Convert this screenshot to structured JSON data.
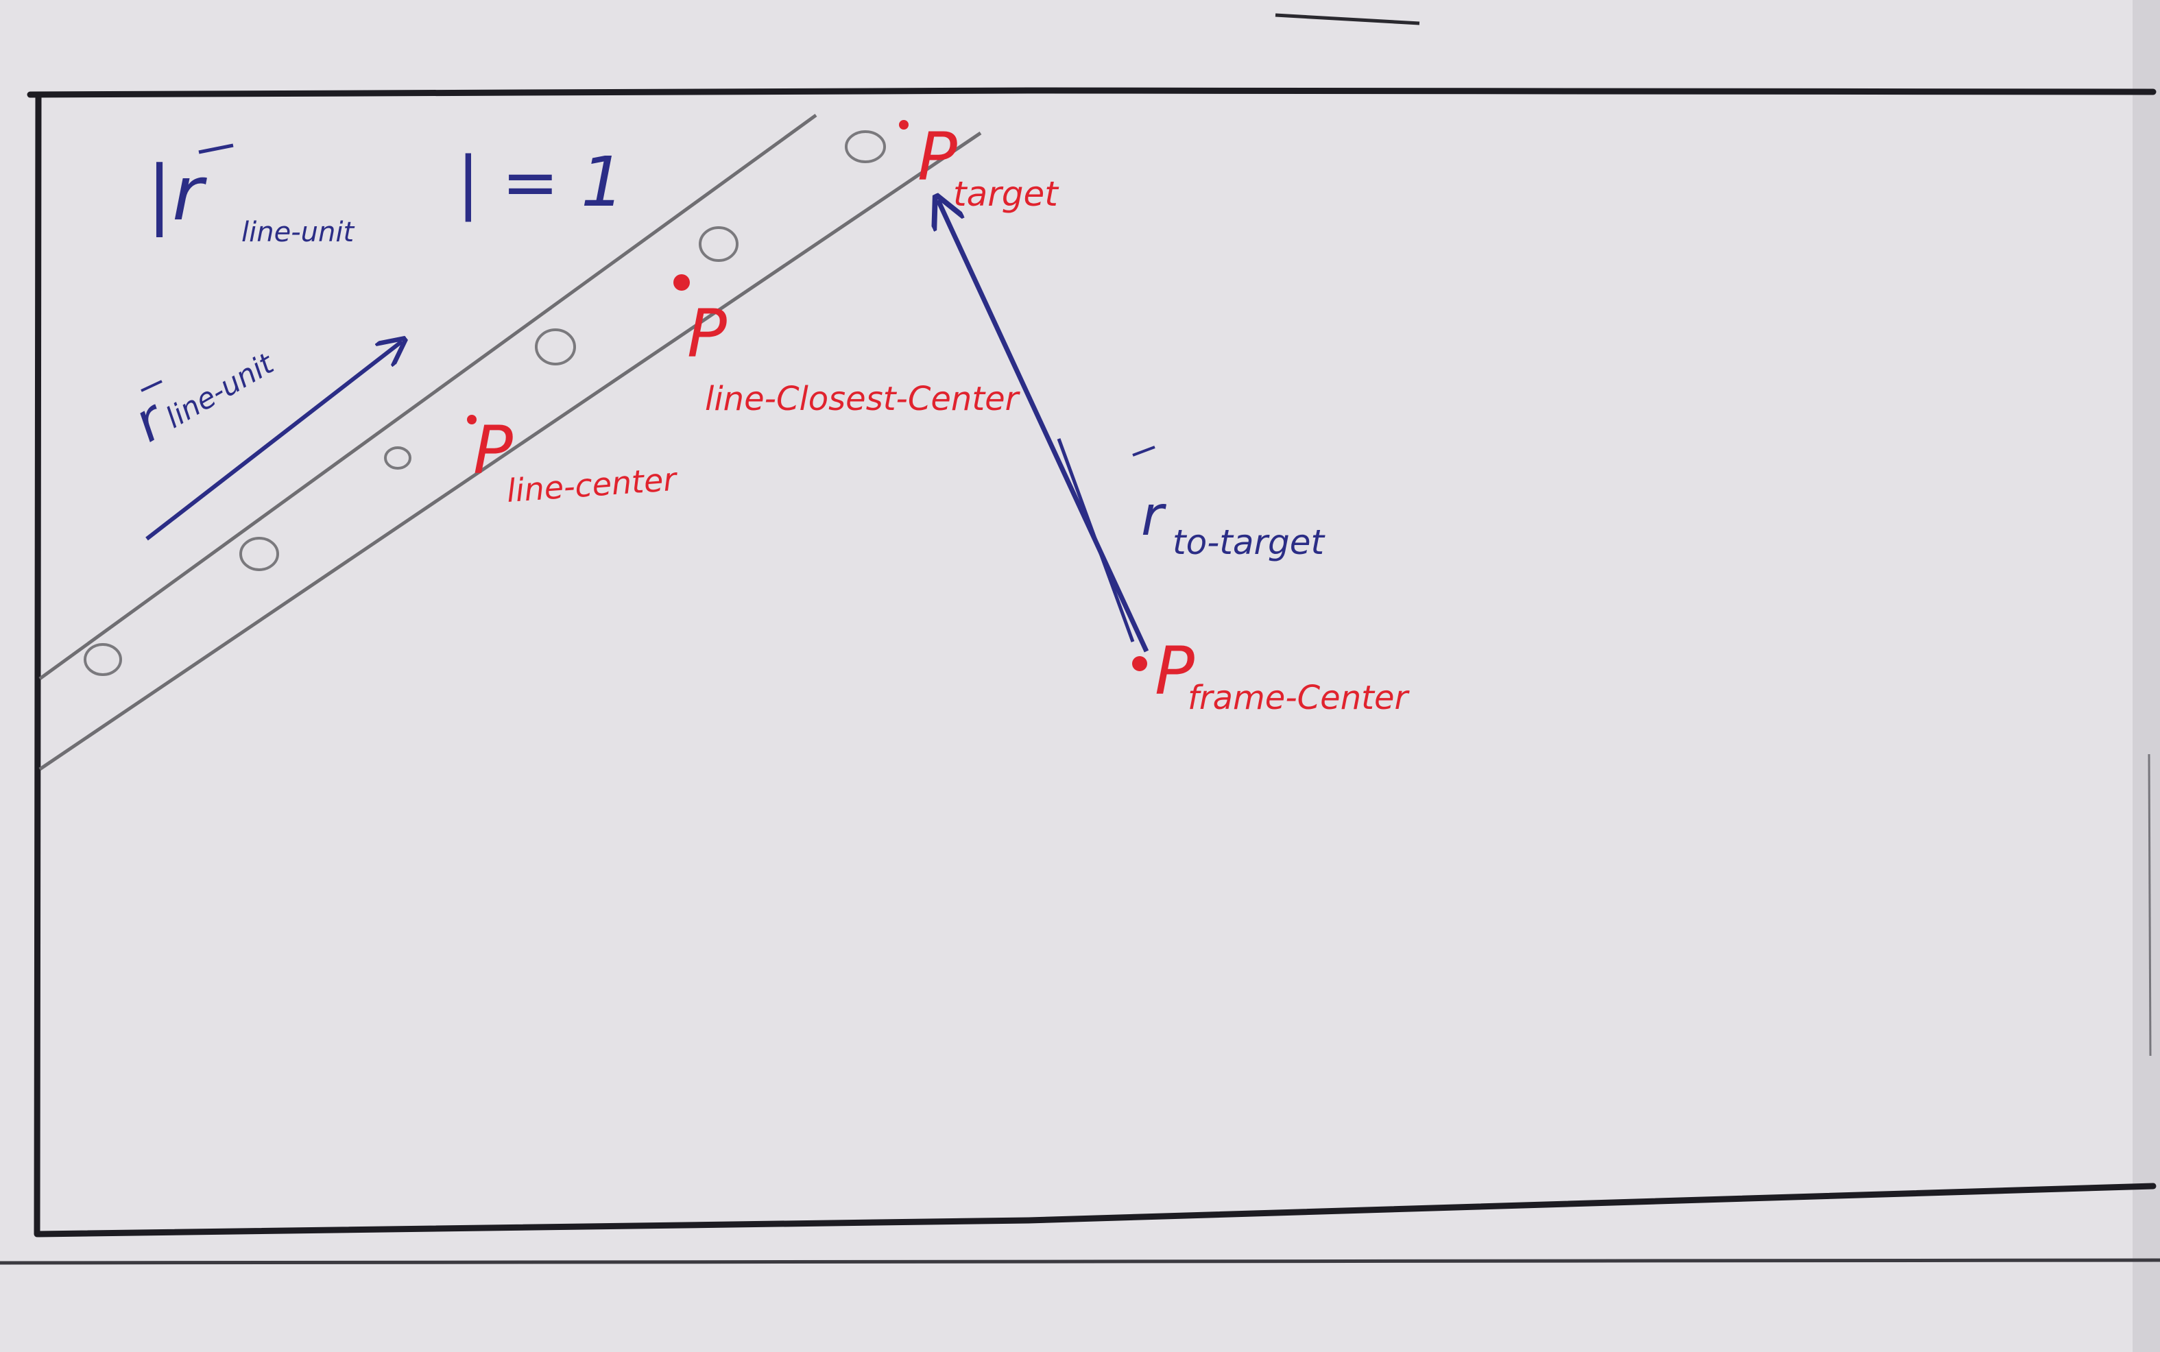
{
  "colors": {
    "paper": "#e4e2e6",
    "paper_shadow": "#d3d1d6",
    "frame_ink": "#1d1c22",
    "line_pencil": "#6f6e72",
    "blue_ink": "#2b2d86",
    "red_ink": "#e0232e"
  },
  "equation": {
    "main": "|r",
    "sub": "line-unit",
    "tail": "| = 1"
  },
  "vectors": {
    "line_unit": {
      "main": "r",
      "sub": "line-unit"
    },
    "to_target": {
      "main": "r",
      "sub": "to-target"
    }
  },
  "points": {
    "target": {
      "main": "P",
      "sub": "target"
    },
    "line_closest_center": {
      "main": "P",
      "sub": "line-Closest-Center"
    },
    "line_center": {
      "main": "P",
      "sub": "line-center"
    },
    "frame_center": {
      "main": "P",
      "sub": "frame-Center"
    }
  }
}
